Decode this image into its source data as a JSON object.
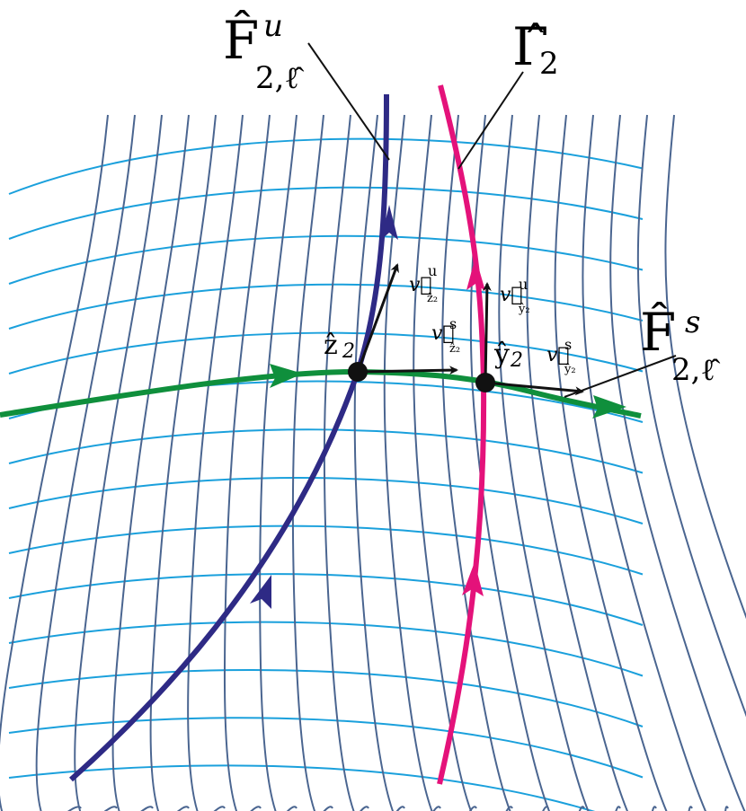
{
  "labels": {
    "F_u": {
      "main": "F̂",
      "sup": "u",
      "sub": "2,ℓ̂"
    },
    "Gamma": {
      "main": "Γ̂",
      "sub": "2"
    },
    "F_s": {
      "main": "F̂",
      "sup": "s",
      "sub": "2,ℓ̂"
    },
    "z2": {
      "main": "ẑ",
      "sub": "2"
    },
    "y2": {
      "main": "ŷ",
      "sub": "2"
    },
    "v_z_u": {
      "main": "v⃗",
      "sup": "u",
      "sub": "ẑ₂"
    },
    "v_z_s": {
      "main": "v⃗",
      "sup": "s",
      "sub": "ẑ₂"
    },
    "v_y_u": {
      "main": "v⃗",
      "sup": "u",
      "sub": "ŷ₂"
    },
    "v_y_s": {
      "main": "v⃗",
      "sup": "s",
      "sub": "ŷ₂"
    }
  },
  "colors": {
    "unstable_foliation": "#4a6590",
    "stable_foliation": "#1aa0dc",
    "F_u_curve": "#2e2a85",
    "Gamma_curve": "#e4127a",
    "F_s_curve": "#0f8f3c",
    "vectors": "#111111"
  }
}
